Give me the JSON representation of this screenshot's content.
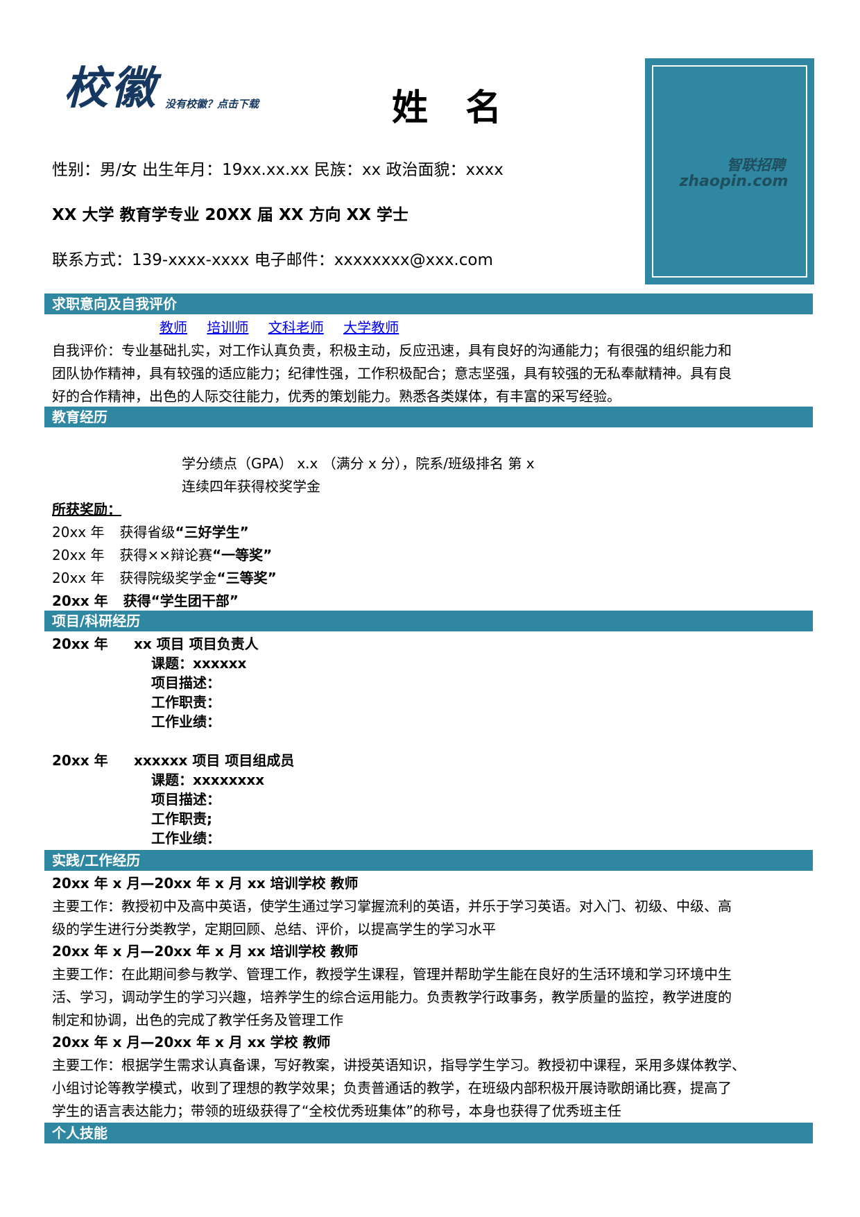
{
  "header": {
    "logo_text": "校徽",
    "logo_tip": "没有校徽？点击下载",
    "name": "姓 名",
    "line1": "性别：男/女   出生年月：19xx.xx.xx    民族：xx  政治面貌：xxxx",
    "line2": "XX 大学   教育学专业  20XX 届  XX 方向   XX 学士",
    "line3": "联系方式：139-xxxx-xxxx     电子邮件：xxxxxxxx@xxx.com"
  },
  "photo": {
    "watermark_cn": "智联招聘",
    "watermark_en": "zhaopin.com"
  },
  "sections": {
    "intent_title": "求职意向及自我评价",
    "education_title": "教育经历",
    "project_title": "项目/科研经历",
    "practice_title": "实践/工作经历",
    "skills_title": "个人技能"
  },
  "intent": {
    "jobs": [
      "教师",
      "培训师",
      "文科老师",
      "大学教师"
    ],
    "self_eval_1": "自我评价：专业基础扎实，对工作认真负责，积极主动，反应迅速，具有良好的沟通能力；有很强的组织能力和",
    "self_eval_2": "团队协作精神，具有较强的适应能力；纪律性强，工作积极配合；意志坚强，具有较强的无私奉献精神。具有良",
    "self_eval_3": "好的合作精神，出色的人际交往能力，优秀的策划能力。熟悉各类媒体，有丰富的采写经验。"
  },
  "education": {
    "gpa": "学分绩点（GPA）  x.x （满分 x 分），院系/班级排名  第 x",
    "scholarship": "连续四年获得校奖学金",
    "awards_label": "所获奖励：",
    "awards": [
      {
        "year": "20xx 年",
        "prefix": "获得省级",
        "highlight": "“三好学生”"
      },
      {
        "year": "20xx 年",
        "prefix": "获得××辩论赛",
        "highlight": "“一等奖”"
      },
      {
        "year": "20xx 年",
        "prefix": "获得院级奖学金",
        "highlight": "“三等奖”"
      }
    ],
    "award4_year": "20xx 年",
    "award4_text": "获得“学生团干部”"
  },
  "projects": [
    {
      "year": "20xx 年",
      "title": "xx 项目  项目负责人",
      "topic": "课题：xxxxxx",
      "desc": "项目描述：",
      "duty": "工作职责：",
      "result": "工作业绩："
    },
    {
      "year": "20xx 年",
      "title": "xxxxxx 项目  项目组成员",
      "topic": "课题：xxxxxxxx",
      "desc": "项目描述：",
      "duty": "工作职责;",
      "result": "工作业绩："
    }
  ],
  "practice": [
    {
      "header": "20xx 年 x 月—20xx 年 x 月     xx 培训学校  教师",
      "lines": [
        "主要工作：教授初中及高中英语，使学生通过学习掌握流利的英语，并乐于学习英语。对入门、初级、中级、高",
        "级的学生进行分类教学，定期回顾、总结、评价，以提高学生的学习水平"
      ]
    },
    {
      "header": "20xx 年 x 月—20xx 年 x 月     xx 培训学校  教师",
      "lines": [
        "主要工作：在此期间参与教学、管理工作，教授学生课程，管理并帮助学生能在良好的生活环境和学习环境中生",
        "活、学习，调动学生的学习兴趣，培养学生的综合运用能力。负责教学行政事务，教学质量的监控，教学进度的",
        "制定和协调，出色的完成了教学任务及管理工作"
      ]
    },
    {
      "header": "20xx 年 x 月—20xx 年 x 月     xx 学校   教师",
      "lines": [
        "主要工作：根据学生需求认真备课，写好教案，讲授英语知识，指导学生学习。教授初中课程，采用多媒体教学、",
        "小组讨论等教学模式，收到了理想的教学效果；负责普通话的教学，在班级内部积极开展诗歌朗诵比赛，提高了",
        "学生的语言表达能力；带领的班级获得了“全校优秀班集体”的称号，本身也获得了优秀班主任"
      ]
    }
  ]
}
